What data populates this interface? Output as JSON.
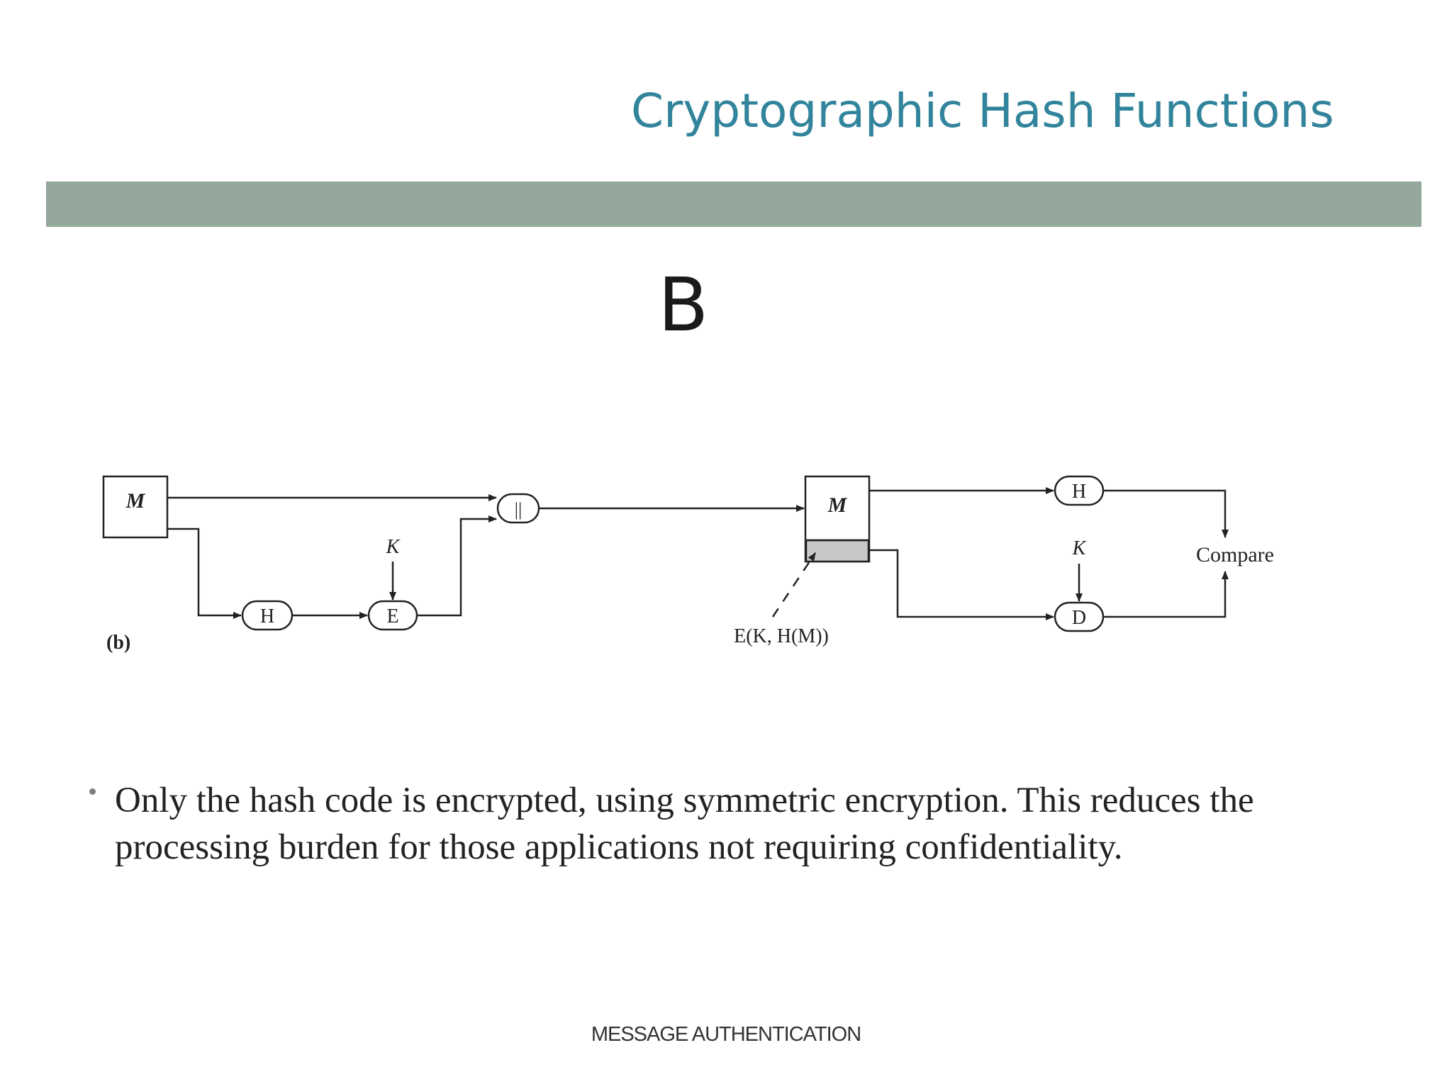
{
  "slide": {
    "title": "Cryptographic Hash Functions",
    "section_letter": "B",
    "bullet": "Only the hash code is encrypted, using symmetric encryption. This reduces the processing burden for those applications not requiring confidentiality.",
    "footer": "MESSAGE AUTHENTICATION"
  },
  "diagram": {
    "sender_message": "M",
    "sender_hash": "H",
    "sender_encrypt": "E",
    "sender_key": "K",
    "concat": "||",
    "figure_label": "(b)",
    "receiver_message": "M",
    "encrypted_label": "E(K, H(M))",
    "receiver_hash": "H",
    "receiver_decrypt": "D",
    "receiver_key": "K",
    "compare": "Compare"
  },
  "colors": {
    "title": "#31849b",
    "band": "#93a89a",
    "tag_fill": "#c8c8c8"
  }
}
